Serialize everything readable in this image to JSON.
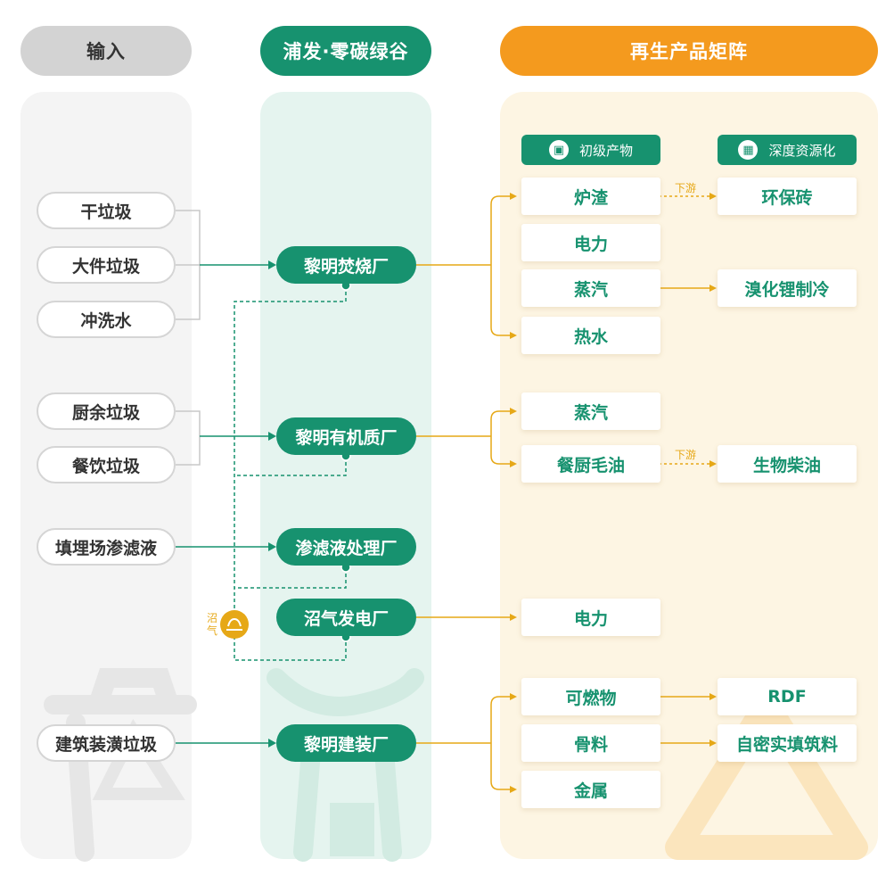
{
  "headers": {
    "input": "输入",
    "plant": "浦发·零碳绿谷",
    "products": "再生产品矩阵"
  },
  "subheaders": {
    "primary": "初级产物",
    "deep": "深度资源化"
  },
  "inputs": [
    "干垃圾",
    "大件垃圾",
    "冲洗水",
    "厨余垃圾",
    "餐饮垃圾",
    "填埋场渗滤液",
    "建筑装潢垃圾"
  ],
  "plants": [
    "黎明焚烧厂",
    "黎明有机质厂",
    "渗滤液处理厂",
    "沼气发电厂",
    "黎明建装厂"
  ],
  "primary_products": [
    "炉渣",
    "电力",
    "蒸汽",
    "热水",
    "蒸汽",
    "餐厨毛油",
    "电力",
    "可燃物",
    "骨料",
    "金属"
  ],
  "deep_products": [
    "环保砖",
    "溴化锂制冷",
    "生物柴油",
    "RDF",
    "自密实填筑料"
  ],
  "tags": {
    "downstream_1": "下游",
    "downstream_2": "下游",
    "biogas": "沼气"
  },
  "colors": {
    "green": "#17926f",
    "orange": "#f49a1e",
    "gold": "#e6a817",
    "gray_header": "#d3d3d3"
  }
}
